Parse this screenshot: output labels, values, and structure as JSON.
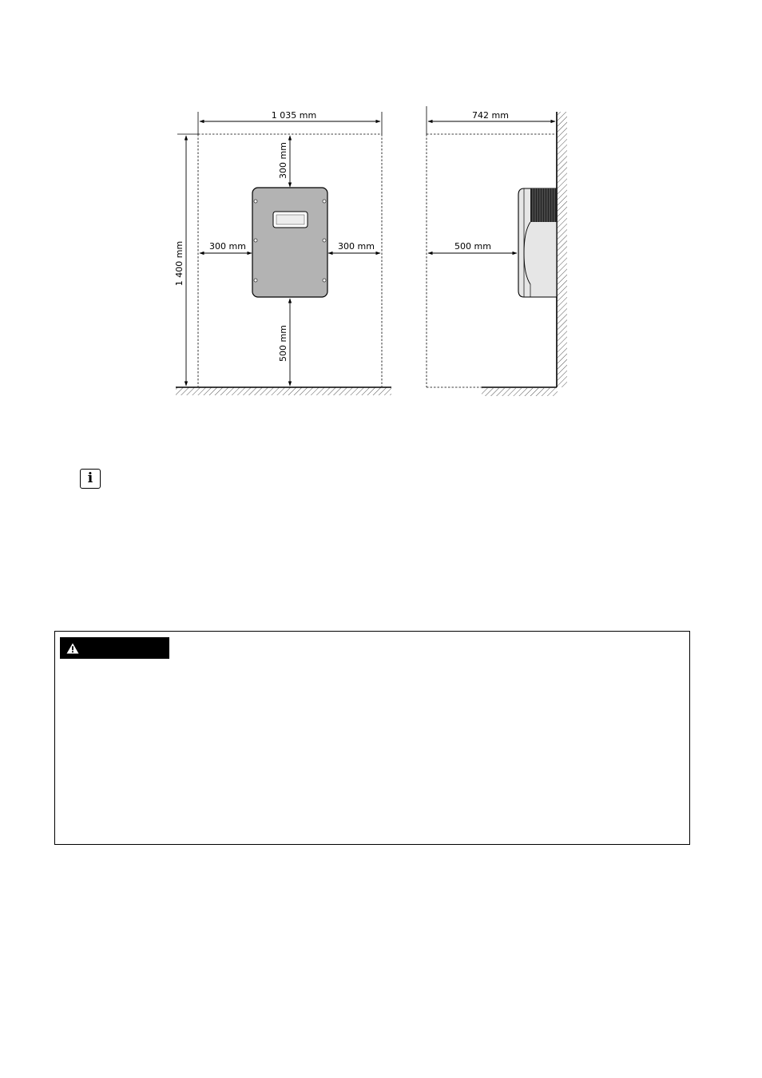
{
  "diagram": {
    "front_width_label": "1 035 mm",
    "front_height_label": "1 400 mm",
    "top_clearance_label": "300 mm",
    "left_clearance_label": "300 mm",
    "right_clearance_label": "300 mm",
    "bottom_clearance_label": "500 mm",
    "side_depth_label": "742 mm",
    "front_clearance_label": "500 mm"
  },
  "info": {
    "icon": "info-icon",
    "glyph": "i"
  },
  "warning": {
    "icon": "warning-triangle-icon",
    "label": ""
  },
  "colors": {
    "device_front": "#b3b3b3",
    "device_side": "#e6e6e6",
    "line": "#000000"
  }
}
